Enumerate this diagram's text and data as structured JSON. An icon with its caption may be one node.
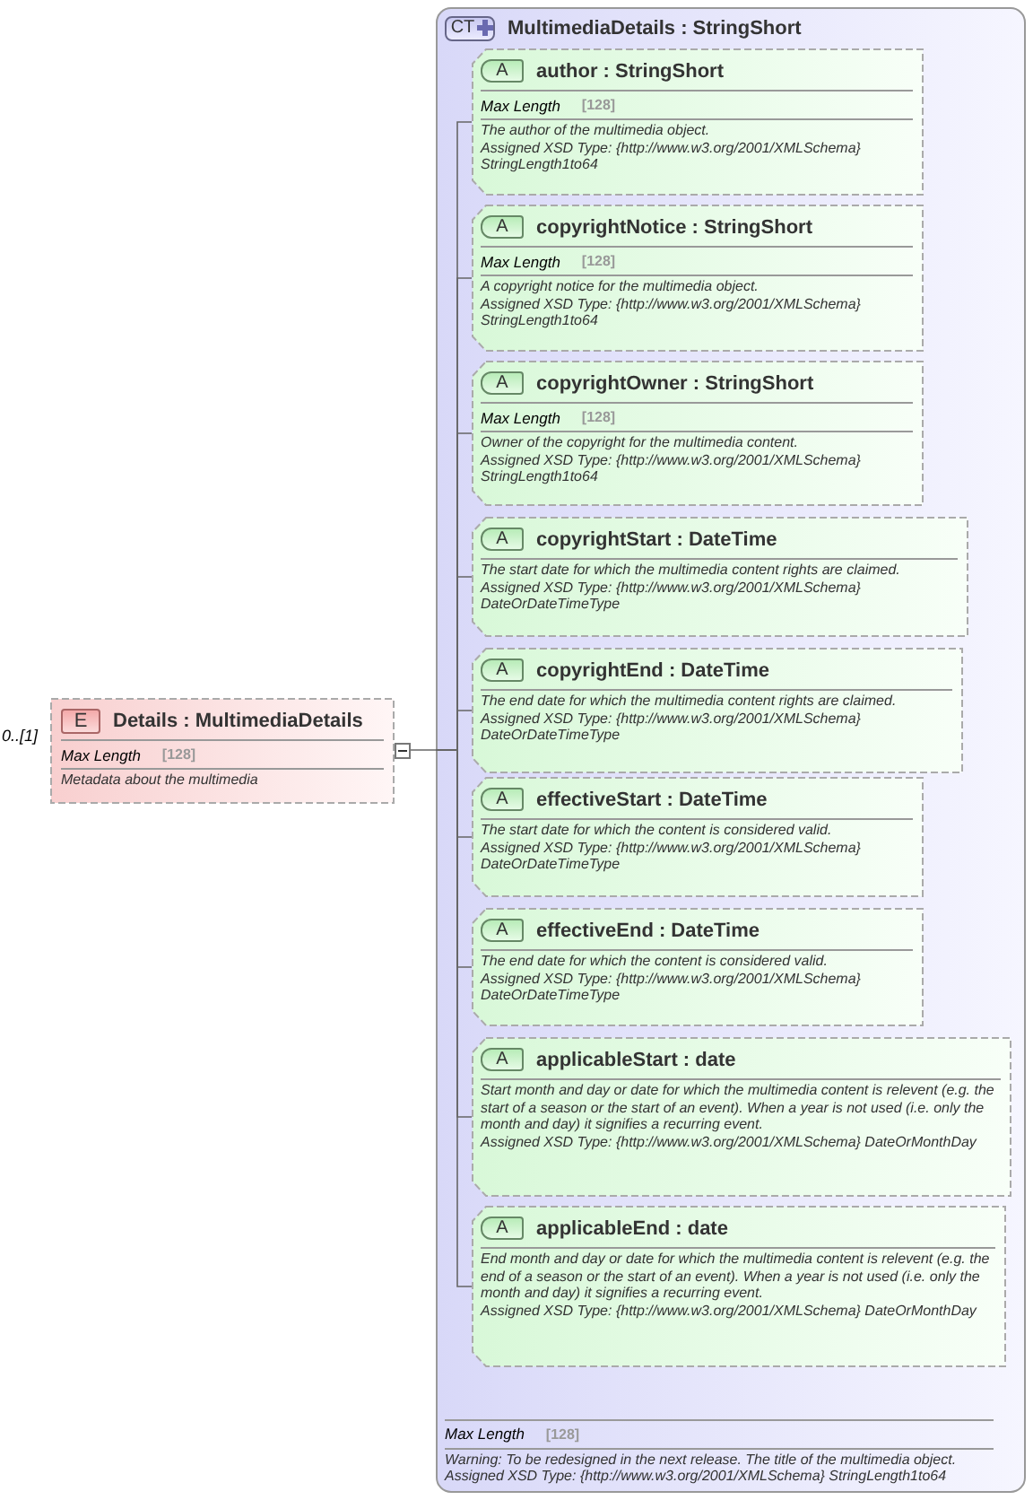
{
  "diagram": {
    "nodes": [
      {
        "text": [
          "E",
          "Details : MultimediaDetails",
          "Max Length",
          "[128]",
          "Metadata about the multimedia"
        ],
        "beside": [
          "0..[1]"
        ]
      },
      {
        "text": [
          "CT",
          "MultimediaDetails : StringShort",
          "Max Length",
          "[128]",
          "Warning:  To be redesigned in the next release. The title of the multimedia object.",
          "Assigned XSD Type: {http://www.w3.org/2001/XMLSchema} StringLength1to64"
        ]
      },
      {
        "text": [
          "A",
          "author : StringShort",
          "Max Length",
          "[128]",
          "The author of the multimedia object.",
          "Assigned XSD Type: {http://www.w3.org/2001/XMLSchema} StringLength1to64"
        ],
        "in": 1
      },
      {
        "text": [
          "A",
          "copyrightNotice : StringShort",
          "Max Length",
          "[128]",
          "A copyright notice for the multimedia object.",
          "Assigned XSD Type: {http://www.w3.org/2001/XMLSchema} StringLength1to64"
        ],
        "in": 1
      },
      {
        "text": [
          "A",
          "copyrightOwner : StringShort",
          "Max Length",
          "[128]",
          "Owner of the copyright for the multimedia content.",
          "Assigned XSD Type: {http://www.w3.org/2001/XMLSchema} StringLength1to64"
        ],
        "in": 1
      },
      {
        "text": [
          "A",
          "copyrightStart : DateTime",
          "The start date for which the multimedia content rights are claimed.",
          "Assigned XSD Type: {http://www.w3.org/2001/XMLSchema} DateOrDateTimeType"
        ],
        "in": 1
      },
      {
        "text": [
          "A",
          "copyrightEnd : DateTime",
          "The end date for which the multimedia content rights are claimed.",
          "Assigned XSD Type: {http://www.w3.org/2001/XMLSchema} DateOrDateTimeType"
        ],
        "in": 1
      },
      {
        "text": [
          "A",
          "effectiveStart : DateTime",
          "The start date for which the content is considered valid.",
          "Assigned XSD Type: {http://www.w3.org/2001/XMLSchema} DateOrDateTimeType"
        ],
        "in": 1
      },
      {
        "text": [
          "A",
          "effectiveEnd : DateTime",
          "The end date for which the content is considered valid.",
          "Assigned XSD Type: {http://www.w3.org/2001/XMLSchema} DateOrDateTimeType"
        ],
        "in": 1
      },
      {
        "text": [
          "A",
          "applicableStart : date",
          "Start month and day or date for which the multimedia content is relevent (e.g. the start of a season or the start of an event). When a year is not used (i.e. only the month and day) it signifies a recurring event.",
          "Assigned XSD Type: {http://www.w3.org/2001/XMLSchema} DateOrMonthDay"
        ],
        "in": 1
      },
      {
        "text": [
          "A",
          "applicableEnd : date",
          "End month and day or date for which the multimedia content is relevent (e.g. the end of a season or the start of an event). When a year is not used (i.e. only the month and day) it signifies a recurring event.",
          "Assigned XSD Type: {http://www.w3.org/2001/XMLSchema} DateOrMonthDay"
        ],
        "in": 1
      }
    ],
    "edges": [
      {
        "from": 0,
        "to": 1,
        "arrow": "none"
      },
      {
        "from": 1,
        "to": 2,
        "arrow": "none"
      },
      {
        "from": 1,
        "to": 3,
        "arrow": "none"
      },
      {
        "from": 1,
        "to": 4,
        "arrow": "none"
      },
      {
        "from": 1,
        "to": 5,
        "arrow": "none"
      },
      {
        "from": 1,
        "to": 6,
        "arrow": "none"
      },
      {
        "from": 1,
        "to": 7,
        "arrow": "none"
      },
      {
        "from": 1,
        "to": 8,
        "arrow": "none"
      },
      {
        "from": 1,
        "to": 9,
        "arrow": "none"
      },
      {
        "from": 1,
        "to": 10,
        "arrow": "none"
      }
    ]
  }
}
